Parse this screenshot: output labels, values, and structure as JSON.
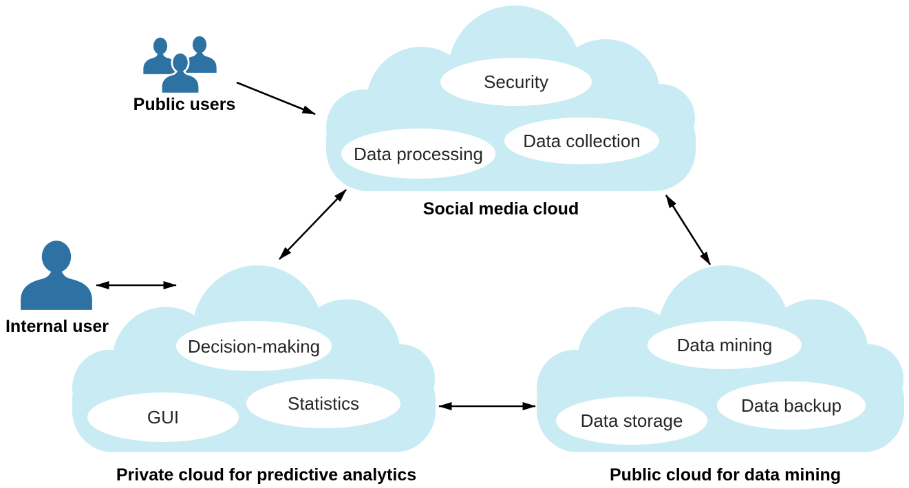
{
  "colors": {
    "cloud_fill": "#C9ECF4",
    "service_ellipse_fill": "#FFFFFF",
    "actor_icon_blue": "#2D72A3",
    "arrow": "#000000",
    "service_text": "#262626",
    "label_text": "#000000"
  },
  "actors": [
    {
      "id": "public-users",
      "label": "Public users",
      "icon": "users-group-icon"
    },
    {
      "id": "internal-user",
      "label": "Internal user",
      "icon": "user-icon"
    }
  ],
  "clouds": [
    {
      "id": "social-media-cloud",
      "label": "Social media cloud",
      "services": [
        "Security",
        "Data processing",
        "Data collection"
      ]
    },
    {
      "id": "private-cloud",
      "label": "Private cloud for predictive analytics",
      "services": [
        "Decision-making",
        "GUI",
        "Statistics"
      ]
    },
    {
      "id": "public-cloud",
      "label": "Public cloud for data mining",
      "services": [
        "Data mining",
        "Data storage",
        "Data backup"
      ]
    }
  ],
  "connections": [
    {
      "from": "public-users",
      "to": "social-media-cloud",
      "direction": "one-way"
    },
    {
      "from": "internal-user",
      "to": "private-cloud",
      "direction": "two-way"
    },
    {
      "from": "social-media-cloud",
      "to": "private-cloud",
      "direction": "two-way"
    },
    {
      "from": "social-media-cloud",
      "to": "public-cloud",
      "direction": "two-way"
    },
    {
      "from": "private-cloud",
      "to": "public-cloud",
      "direction": "two-way"
    }
  ]
}
